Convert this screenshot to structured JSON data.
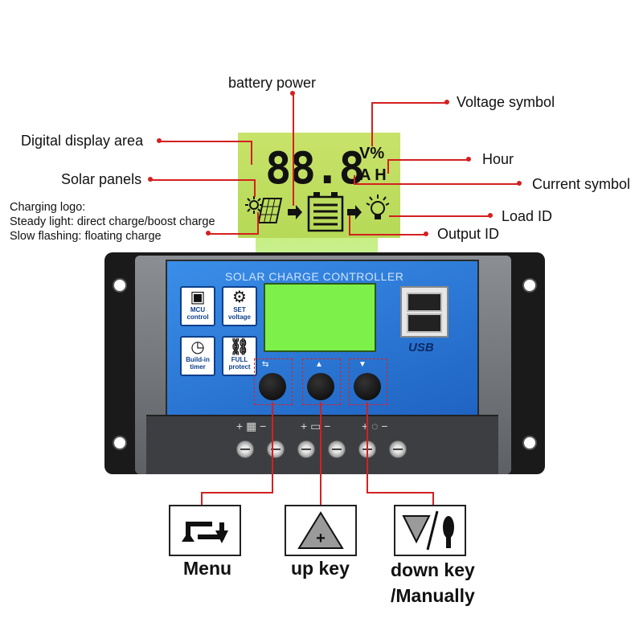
{
  "callouts": {
    "battery_power": "battery power",
    "voltage_symbol": "Voltage symbol",
    "digital_display_area": "Digital display area",
    "hour": "Hour",
    "solar_panels": "Solar panels",
    "current_symbol": "Current symbol",
    "charging_logo_1": "Charging logo:",
    "charging_logo_2": "Steady light: direct charge/boost charge",
    "charging_logo_3": "Slow flashing: floating charge",
    "load_id": "Load ID",
    "output_id": "Output ID"
  },
  "lcd": {
    "digits": "88.8",
    "volt_pct": "V%",
    "amp_hour": "A H"
  },
  "device": {
    "panel_title": "SOLAR CHARGE CONTROLLER",
    "tiles": [
      {
        "icon": "chip-icon",
        "label1": "MCU",
        "label2": "control"
      },
      {
        "icon": "gear-icon",
        "label1": "SET",
        "label2": "voltage"
      },
      {
        "icon": "clock-icon",
        "label1": "Build-in",
        "label2": "timer"
      },
      {
        "icon": "lock-icon",
        "label1": "FULL",
        "label2": "protect"
      }
    ],
    "usb_label": "USB"
  },
  "keys": {
    "menu": "Menu",
    "up": "up key",
    "down_1": "down key",
    "down_2": "/Manually"
  },
  "colors": {
    "callout_red": "#d42020",
    "panel_blue": "#2a75d8",
    "lcd_green": "#7ef04a"
  }
}
